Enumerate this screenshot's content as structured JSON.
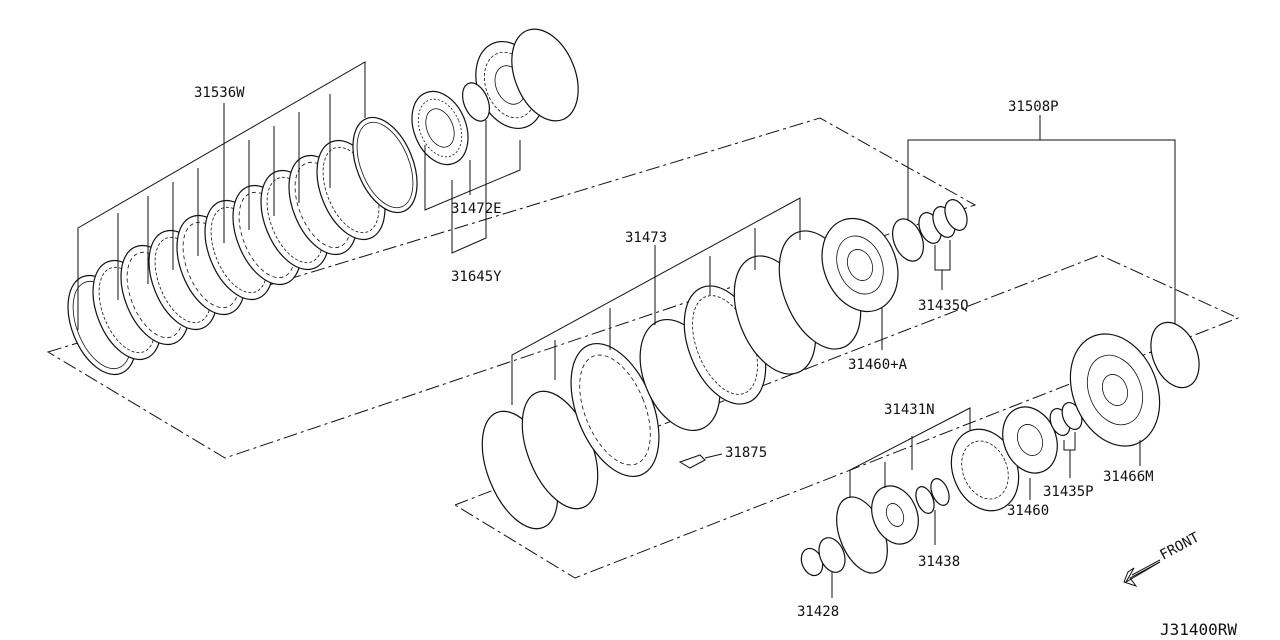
{
  "labels": {
    "p31536w": "31536W",
    "p31472e": "31472E",
    "p31645y": "31645Y",
    "p31508p": "31508P",
    "p31473": "31473",
    "p31435q": "31435Q",
    "p31460a": "31460+A",
    "p31431n": "31431N",
    "p31875": "31875",
    "p31466m": "31466M",
    "p31435p": "31435P",
    "p31460": "31460",
    "p31438": "31438",
    "p31428": "31428"
  },
  "front_label": "FRONT",
  "diagram_code": "J31400RW"
}
